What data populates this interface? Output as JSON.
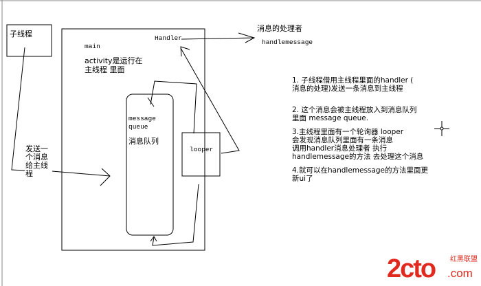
{
  "diagram": {
    "sub_thread": "子线程",
    "main": "main",
    "activity_line1": "activity是运行在",
    "activity_line2": "主线程 里面",
    "handler": "Handler",
    "handler_role": "消息的处理者",
    "handle_method": "handlemessage",
    "queue_en1": "message",
    "queue_en2": "queue",
    "queue_cn": "消息队列",
    "looper": "looper",
    "send_label": [
      "发送一",
      "个消息",
      "给主线",
      "程"
    ]
  },
  "notes": [
    [
      "1. 子线程借用主线程里面的handler (",
      "消息的处理)发送一条消息到主线程"
    ],
    [
      "2. 这个消息会被主线程放入到消息队列",
      "里面 message queue."
    ],
    [
      "3.主线程里面有一个轮询器 looper",
      "会发现消息队列里面有一条消息",
      "调用handler消息处理者 执行",
      "handlemessage的方法 去处理这个消息"
    ],
    [
      "4.就可以在handlemessage的方法里面更",
      "新ui了"
    ]
  ],
  "watermark": {
    "main": "2cto",
    "tagline": "红黑联盟",
    "suffix": ".com",
    "color": "#e02a20"
  },
  "icons": {
    "cursor": "crosshair-cursor-icon"
  }
}
